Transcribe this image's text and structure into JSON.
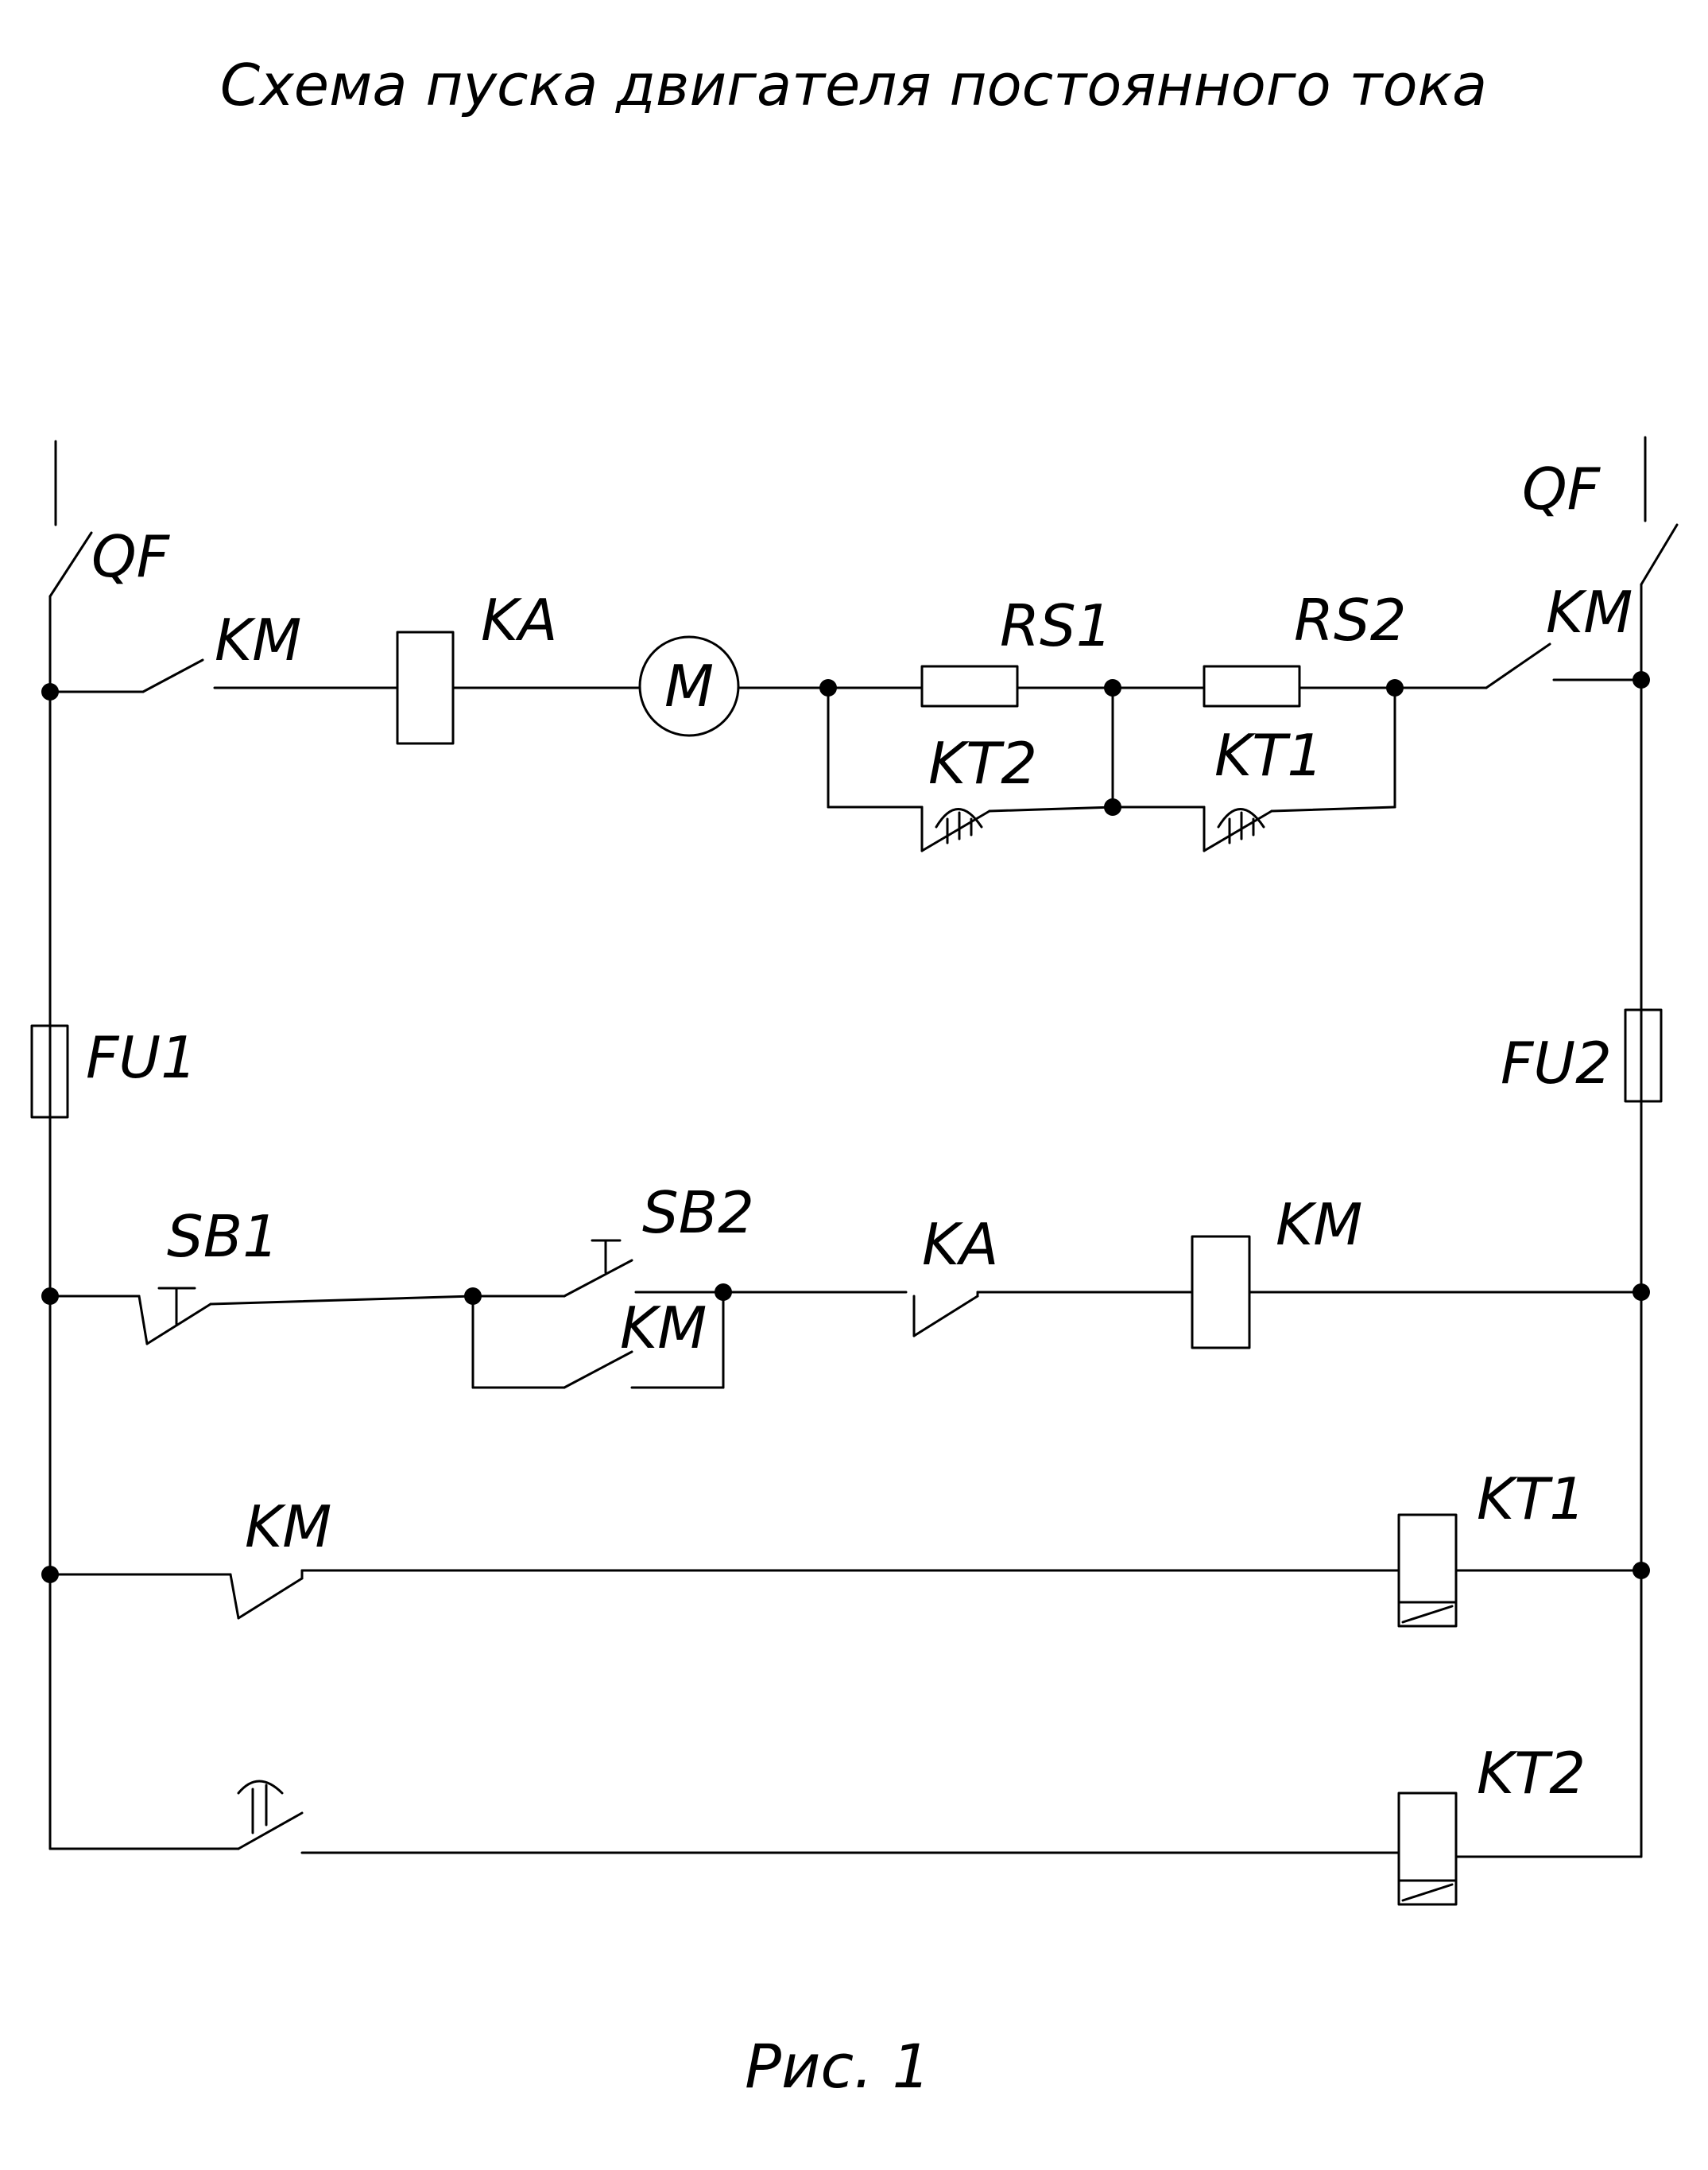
{
  "title": "Схема пуска двигателя постоянного тока",
  "caption": "Рис. 1",
  "labels": {
    "qf_left": "QF",
    "qf_right": "QF",
    "km_top_left": "KM",
    "ka_top": "KA",
    "motor": "M",
    "rs1": "RS1",
    "rs2": "RS2",
    "km_top_right": "KM",
    "kt2_contact": "KT2",
    "kt1_contact": "KT1",
    "fu1": "FU1",
    "fu2": "FU2",
    "sb1": "SB1",
    "sb2": "SB2",
    "km_self_hold": "KM",
    "ka_contact": "KA",
    "km_coil": "KM",
    "km_contact_row4": "KM",
    "kt1_coil": "KT1",
    "kt2_coil": "KT2"
  }
}
